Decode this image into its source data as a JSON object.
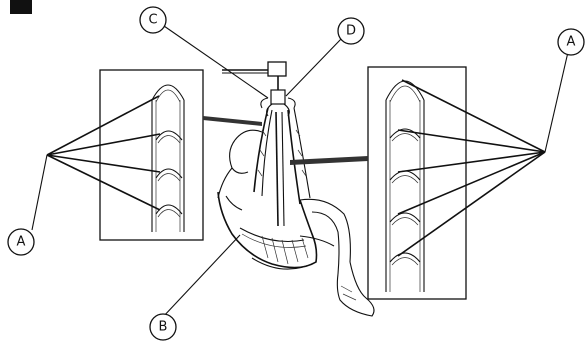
{
  "diagram": {
    "callouts": {
      "a_left": "A",
      "a_right": "A",
      "b": "B",
      "c": "C",
      "d": "D"
    }
  }
}
